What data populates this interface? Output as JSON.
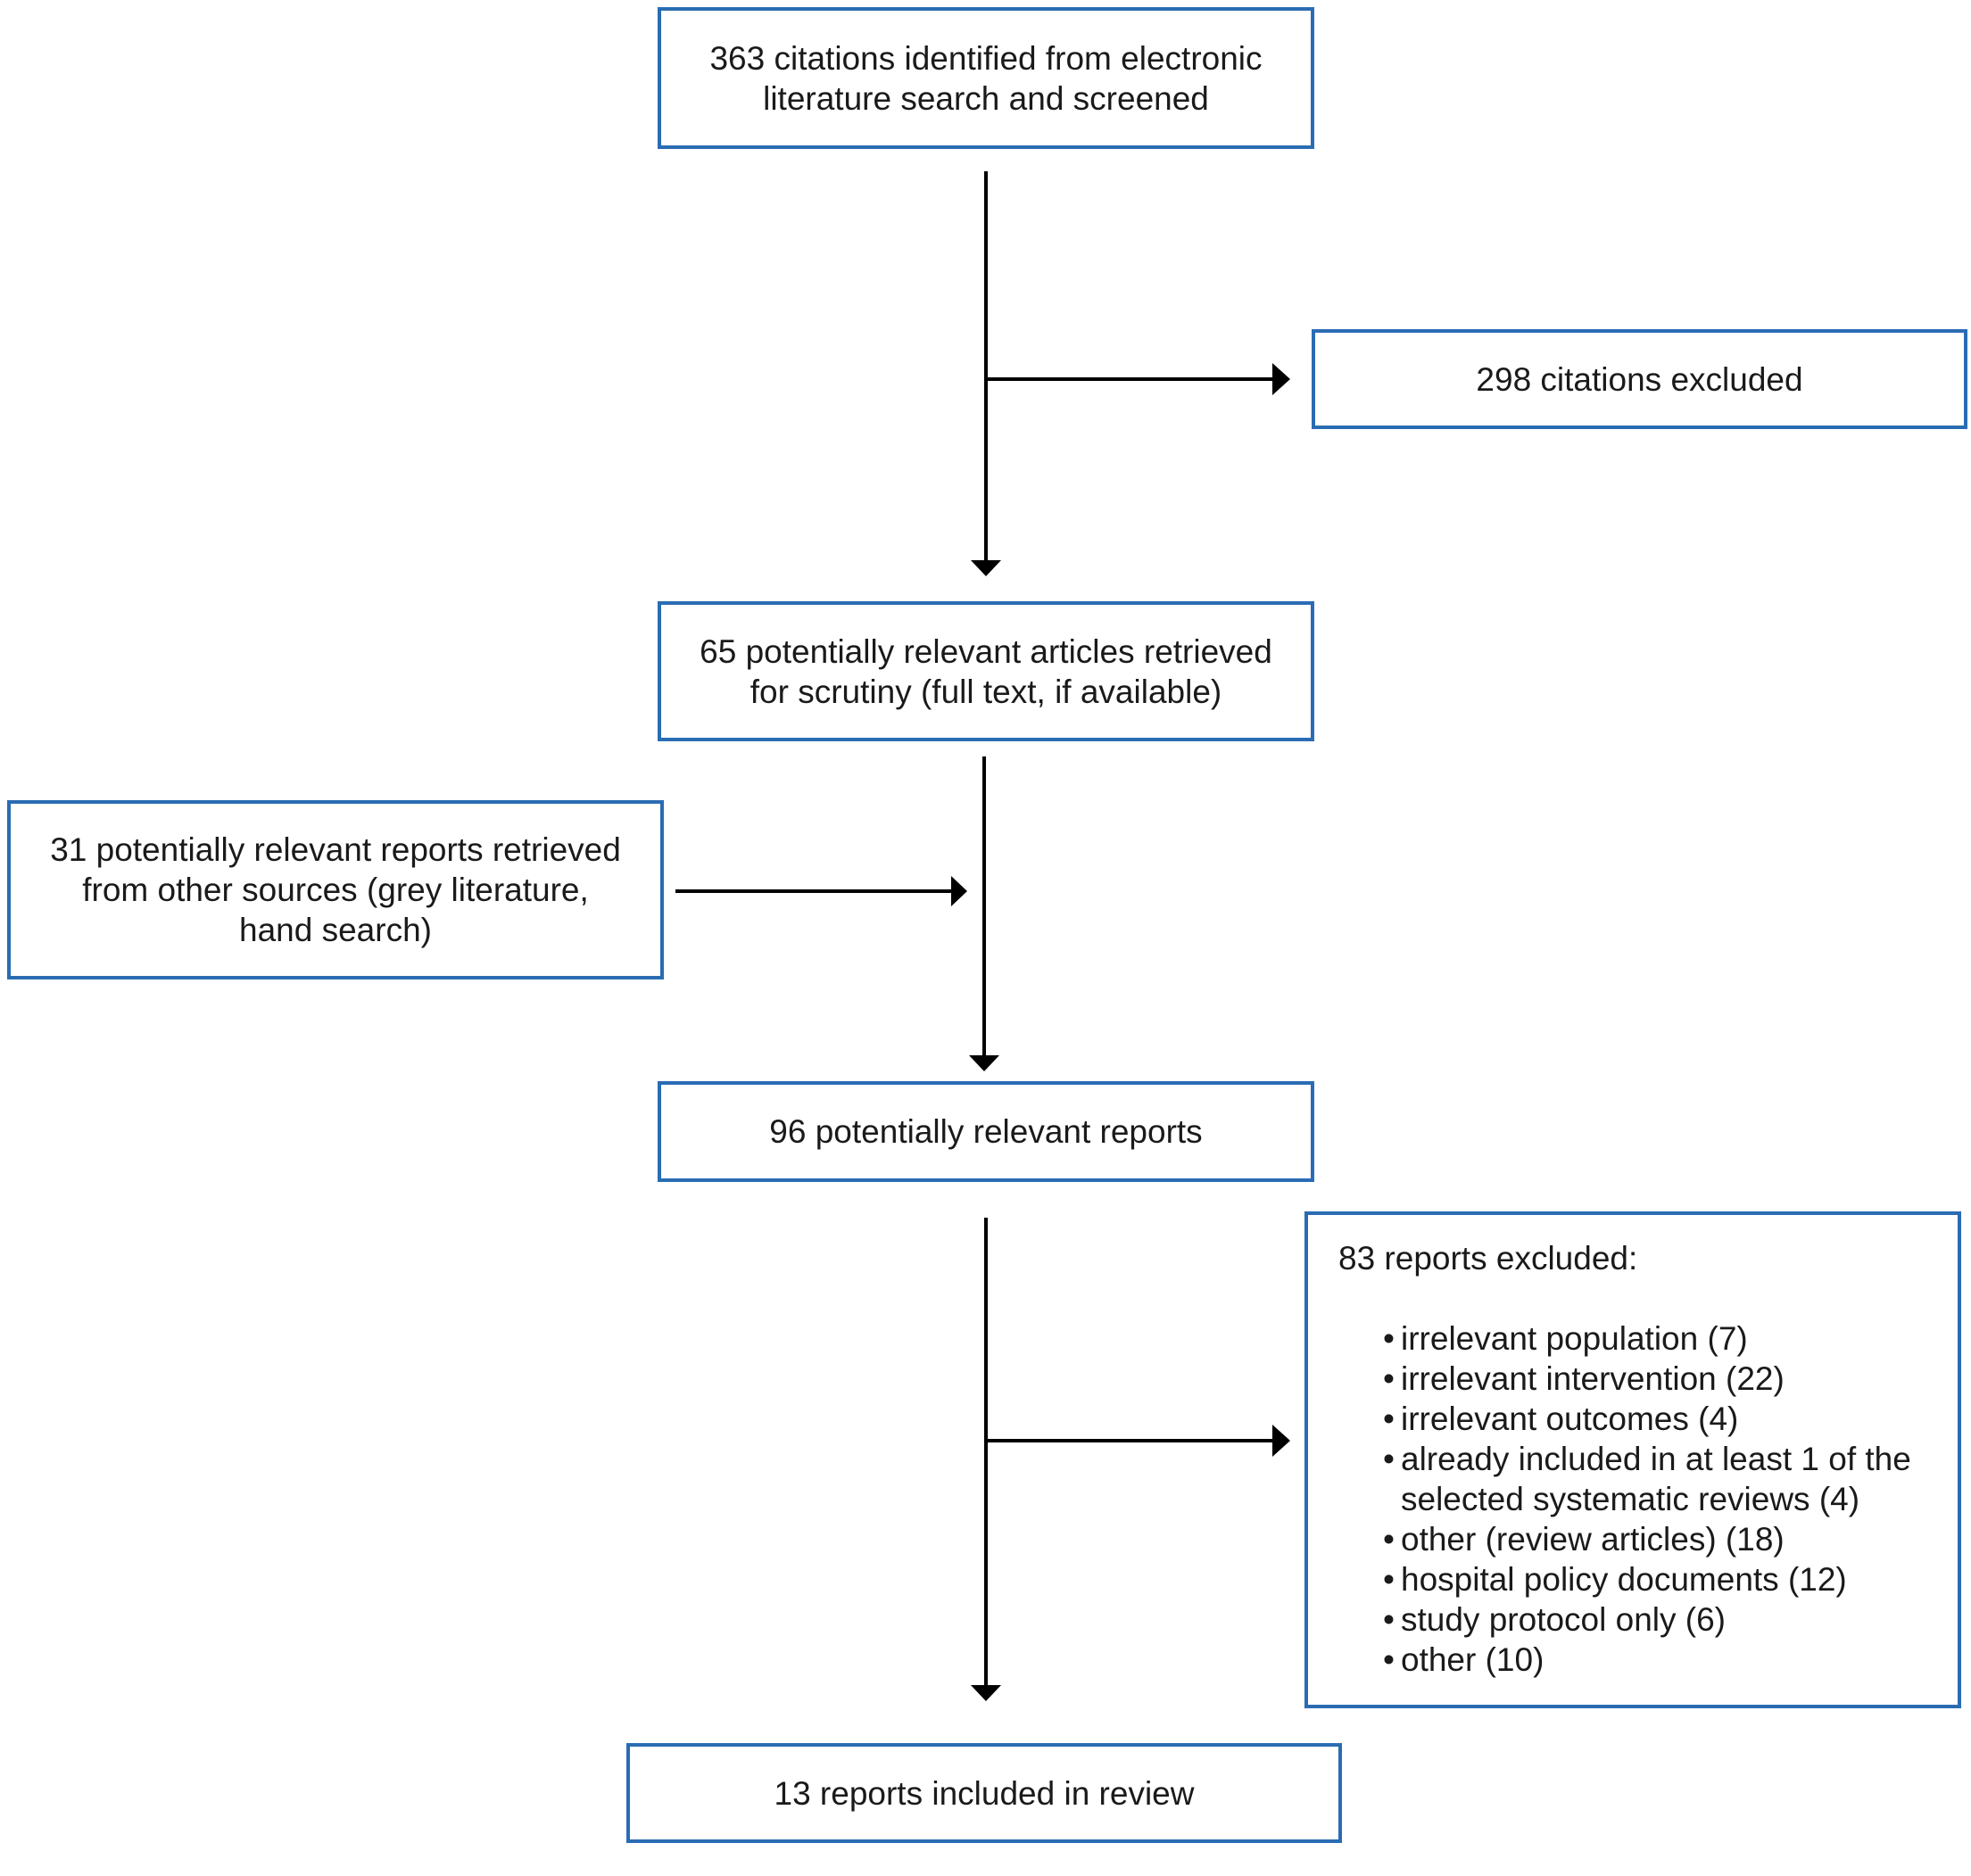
{
  "diagram": {
    "nodes": {
      "identified": {
        "lines": [
          "363 citations identified from electronic",
          "literature search and screened"
        ]
      },
      "excluded_citations": {
        "lines": [
          "298 citations excluded"
        ]
      },
      "retrieved": {
        "lines": [
          "65 potentially relevant articles retrieved",
          "for scrutiny (full text, if available)"
        ]
      },
      "other_sources": {
        "lines": [
          "31 potentially relevant reports retrieved",
          "from other sources (grey literature,",
          "hand search)"
        ]
      },
      "potentially_relevant": {
        "lines": [
          "96 potentially relevant reports"
        ]
      },
      "excluded_reports": {
        "heading": "83 reports excluded:",
        "bullet": "•",
        "items": [
          {
            "lines": [
              "irrelevant population (7)"
            ]
          },
          {
            "lines": [
              "irrelevant intervention (22)"
            ]
          },
          {
            "lines": [
              "irrelevant outcomes (4)"
            ]
          },
          {
            "lines": [
              "already included in at least 1 of the",
              "selected systematic reviews (4)"
            ]
          },
          {
            "lines": [
              "other (review articles) (18)"
            ]
          },
          {
            "lines": [
              "hospital policy documents (12)"
            ]
          },
          {
            "lines": [
              "study protocol only (6)"
            ]
          },
          {
            "lines": [
              "other (10)"
            ]
          }
        ]
      },
      "included": {
        "lines": [
          "13 reports included in review"
        ]
      }
    },
    "colors": {
      "box_border": "#2a6cb3",
      "arrow": "#000000",
      "text": "#1a1a1a"
    }
  }
}
